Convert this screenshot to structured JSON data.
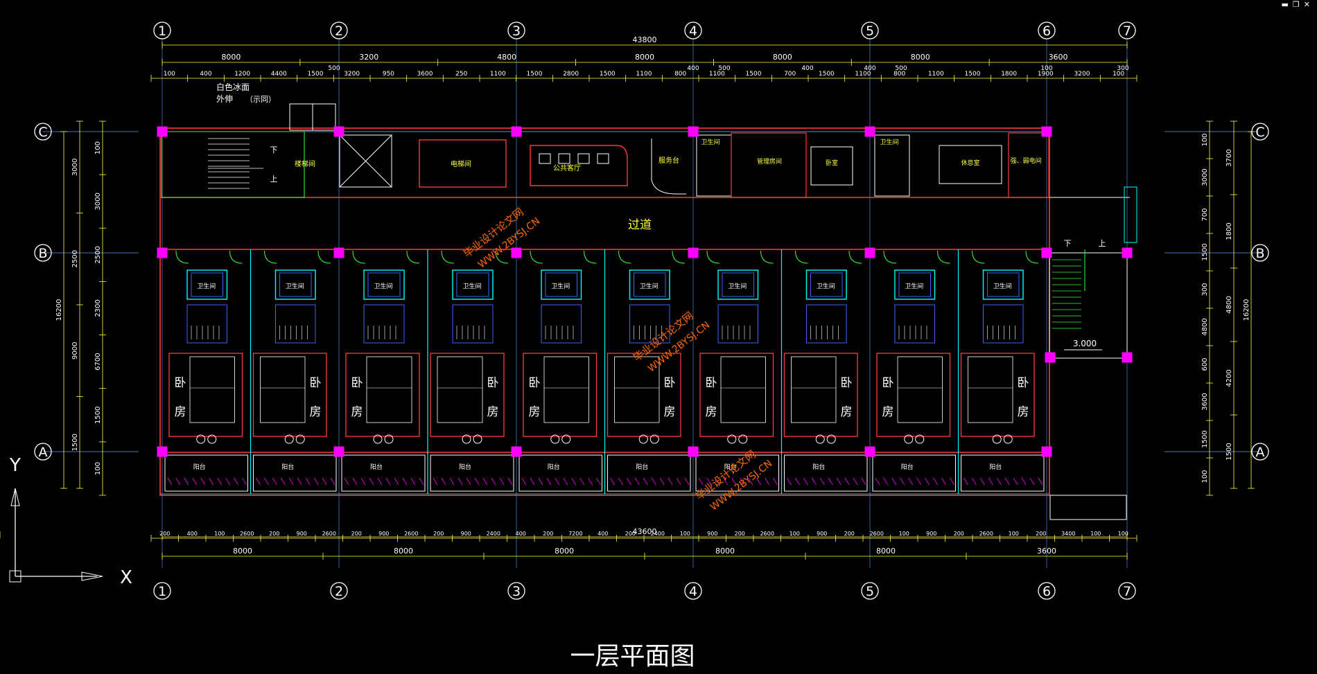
{
  "window_controls": {
    "minimize": "▬",
    "restore": "❐",
    "close": "✕"
  },
  "title": "一层平面图",
  "axes_x": [
    "1",
    "2",
    "3",
    "4",
    "5",
    "6",
    "7"
  ],
  "axes_y": [
    "C",
    "B",
    "A"
  ],
  "dims_top": {
    "total": "43800",
    "row1": [
      "8000",
      "3200",
      "4800",
      "8000",
      "8000",
      "8000",
      "3600"
    ],
    "row1_small": [
      "500",
      "400",
      "500",
      "400",
      "400",
      "500",
      "100",
      "300"
    ],
    "row2": [
      "100",
      "400",
      "1200",
      "4400",
      "1500",
      "3200",
      "950",
      "3600",
      "250",
      "1100",
      "1500",
      "2800",
      "1500",
      "1100",
      "800",
      "1100",
      "1500",
      "700",
      "1500",
      "1100",
      "800",
      "1100",
      "1500",
      "1800",
      "1900",
      "3200",
      "100"
    ]
  },
  "dims_bottom": {
    "total": "43600",
    "row1": [
      "8000",
      "8000",
      "8000",
      "8000",
      "8000",
      "3600"
    ],
    "row2": [
      "200",
      "400",
      "100",
      "2600",
      "200",
      "900",
      "2600",
      "200",
      "900",
      "2600",
      "200",
      "900",
      "2400",
      "400",
      "200",
      "7200",
      "400",
      "200",
      "2400",
      "100",
      "900",
      "200",
      "2600",
      "100",
      "900",
      "200",
      "2600",
      "100",
      "900",
      "200",
      "2600",
      "100",
      "200",
      "3400",
      "100",
      "100"
    ]
  },
  "dims_left": {
    "total": "16200",
    "outer": [
      "3000",
      "2500",
      "9000",
      "1500"
    ],
    "inner": [
      "100",
      "3000",
      "2500",
      "2300",
      "6700",
      "1500",
      "100"
    ]
  },
  "dims_right": {
    "total": "16200",
    "outer": [
      "3700",
      "1800",
      "4800",
      "4200",
      "1500"
    ],
    "inner": [
      "100",
      "3000",
      "700",
      "1500",
      "300",
      "4800",
      "600",
      "3600",
      "1500",
      "100"
    ]
  },
  "notes": {
    "line1": "白色冰面",
    "line2": "外伸",
    "line3": "（示同）"
  },
  "rooms": {
    "stair_room": "楼梯间",
    "elevator": "电梯间",
    "lounge": "公共客厅",
    "service_desk": "服务台",
    "toilet": "卫生间",
    "management": "管理房间",
    "bedroom_small": "卧室",
    "rest_room": "休息室",
    "power_room": "强、弱电间",
    "corridor": "过道",
    "balcony": "阳台",
    "bedroom_wo": "卧",
    "bedroom_fang": "房",
    "stair_down": "下",
    "stair_up": "上"
  },
  "elevation": "3.000",
  "ucs": {
    "x": "X",
    "y": "Y"
  },
  "watermark": {
    "text1": "毕业设计论文网",
    "text2": "WWW.2BYSJ.CN"
  },
  "colors": {
    "wall": "#ff3a3a",
    "dim": "#ffff3a",
    "axis": "#5aa0ff",
    "column": "#ff00ff",
    "cyan": "#00ffff",
    "green": "#3aff3a",
    "white": "#ffffff",
    "blue": "#4060ff",
    "orange": "#ff7a00",
    "watermark": "#ff6a00"
  }
}
